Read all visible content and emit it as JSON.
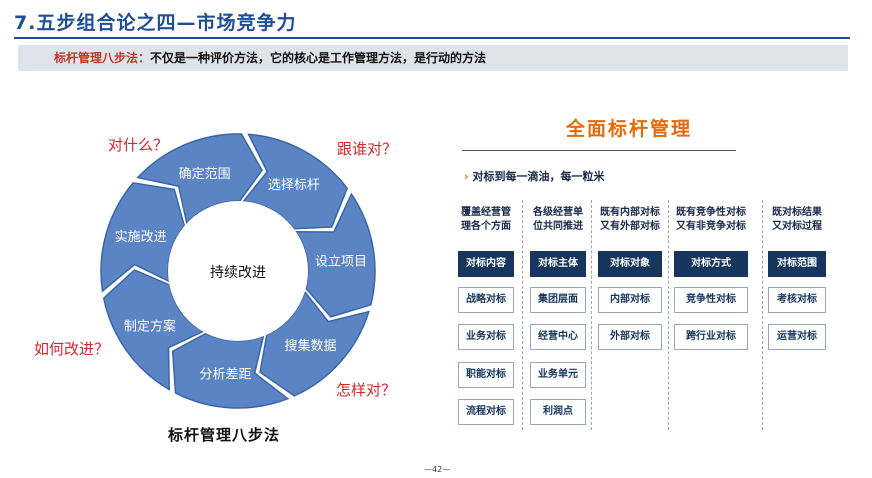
{
  "header": {
    "title": "7.五步组合论之四—市场竞争力",
    "banner_key": "标杆管理八步法：",
    "banner_text": "不仅是一种评价方法，它的核心是工作管理方法，是行动的方法"
  },
  "cycle": {
    "center": "持续改进",
    "caption": "标杆管理八步法",
    "steps": [
      {
        "label": "确定范围"
      },
      {
        "label": "选择标杆"
      },
      {
        "label": "设立项目"
      },
      {
        "label": "搜集数据"
      },
      {
        "label": "分析差距"
      },
      {
        "label": "制定方案"
      },
      {
        "label": "实施改进"
      }
    ],
    "questions": {
      "q1": "对什么？",
      "q2": "跟谁对？",
      "q3": "怎样对？",
      "q4": "如何改进？"
    },
    "colors": {
      "arrow": "#5b84c4",
      "arrow_stroke": "#3a66a8",
      "question": "#d9262c"
    }
  },
  "benchmark": {
    "title": "全面标杆管理",
    "subtitle": "对标到每一滴油，每一粒米",
    "columns": [
      {
        "head": [
          "覆盖经营管",
          "理各个方面"
        ],
        "key": "对标内容",
        "items": [
          "战略对标",
          "业务对标",
          "职能对标",
          "流程对标"
        ]
      },
      {
        "head": [
          "各级经营单",
          "位共同推进"
        ],
        "key": "对标主体",
        "items": [
          "集团层面",
          "经营中心",
          "业务单元",
          "利润点"
        ]
      },
      {
        "head": [
          "既有内部对标",
          "又有外部对标"
        ],
        "key": "对标对象",
        "items": [
          "内部对标",
          "外部对标"
        ]
      },
      {
        "head": [
          "既有竞争性对标",
          "又有非竞争对标"
        ],
        "key": "对标方式",
        "items": [
          "竞争性对标",
          "跨行业对标"
        ]
      },
      {
        "head": [
          "既对标结果",
          "又对标过程"
        ],
        "key": "对标范围",
        "items": [
          "考核对标",
          "运营对标"
        ]
      }
    ]
  },
  "footer": {
    "page": "—42—"
  }
}
